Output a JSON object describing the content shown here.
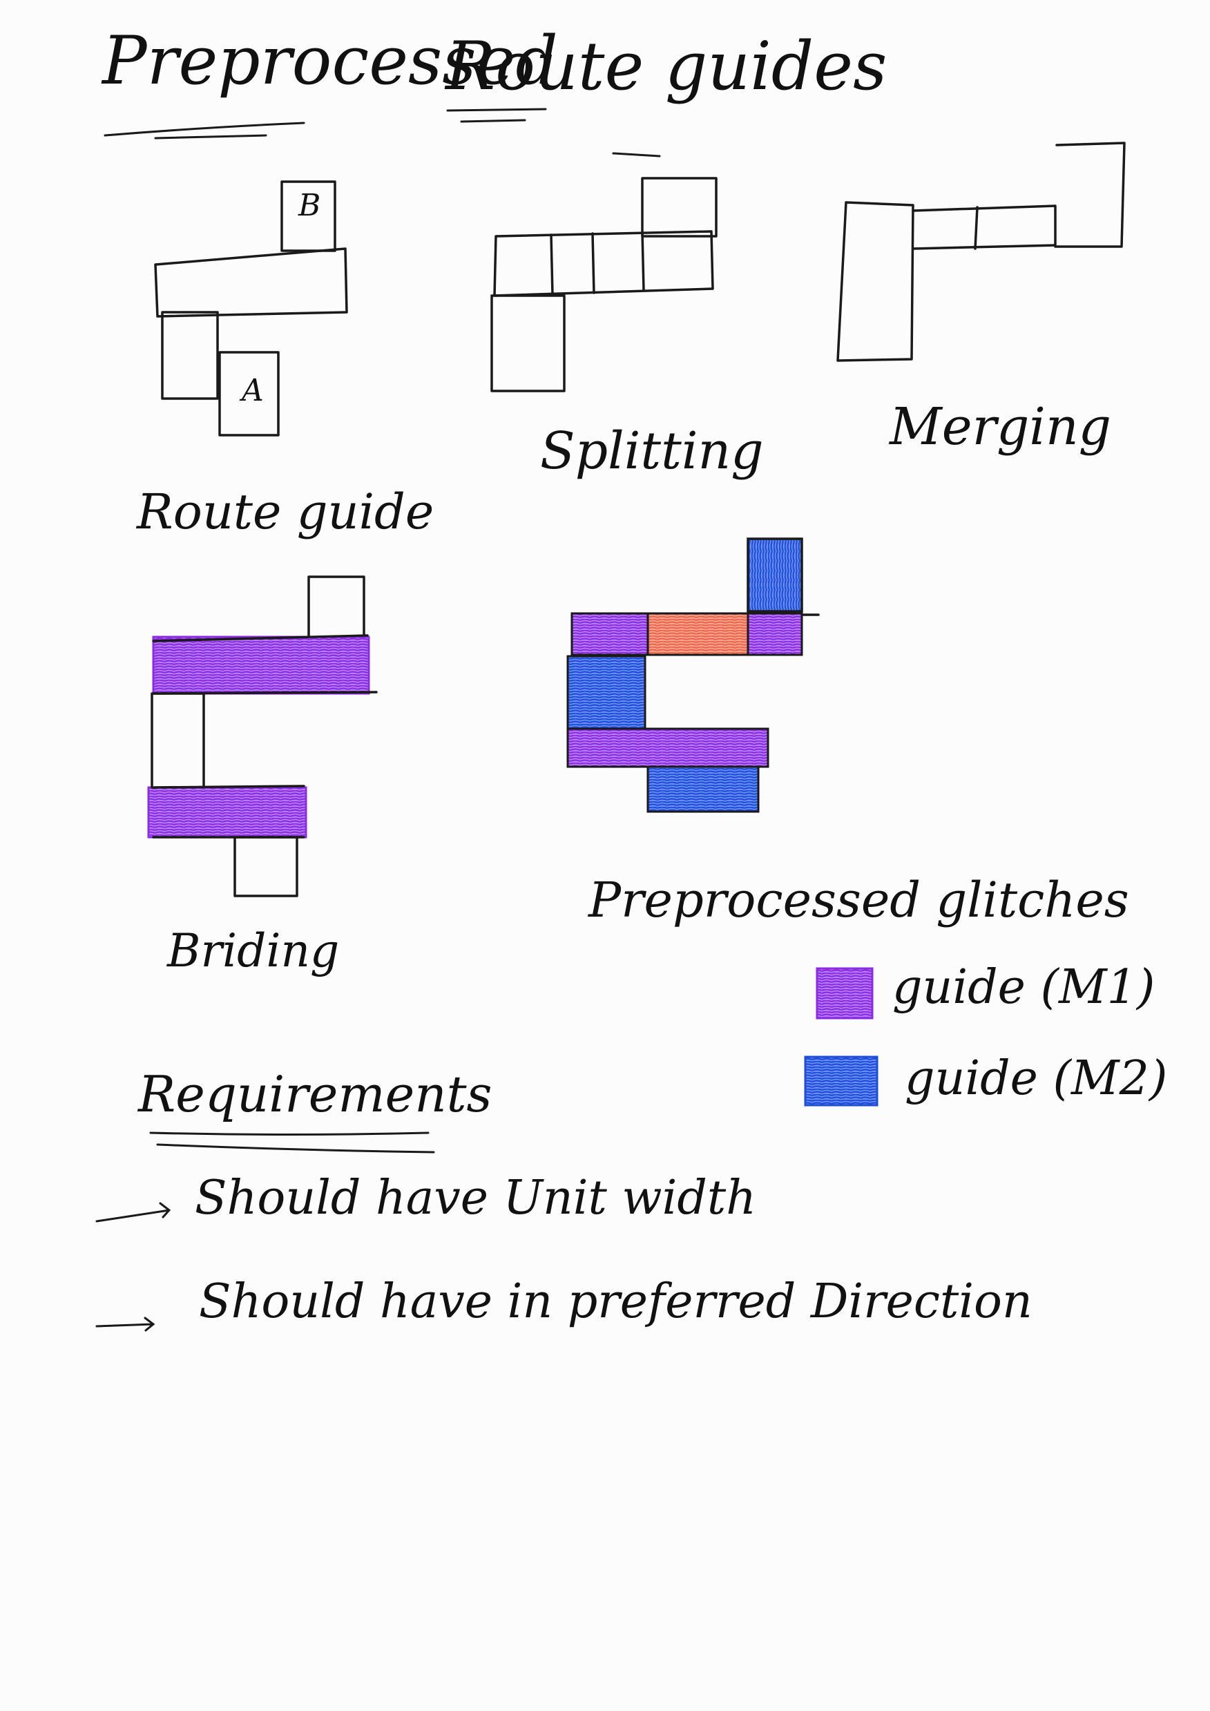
{
  "title": {
    "word1": "Preprocessed",
    "word2": "Route guides"
  },
  "figures": {
    "route_guide": {
      "label": "Route guide",
      "pin_b": "B",
      "pin_a": "A"
    },
    "splitting": {
      "label": "Splitting"
    },
    "merging": {
      "label": "Merging"
    },
    "bridging": {
      "label": "Briding"
    },
    "glitches": {
      "label": "Preprocessed glitches"
    }
  },
  "legend": [
    {
      "label": "guide (M1)",
      "color": "#9333ea"
    },
    {
      "label": "guide (M2)",
      "color": "#1d4ed8"
    }
  ],
  "colors": {
    "m1": "#9333ea",
    "m2": "#1d4ed8",
    "glitch": "#f0826a",
    "ink": "#1a1a1a"
  },
  "requirements": {
    "heading": "Requirements",
    "items": [
      "Should have Unit width",
      "Should have in preferred Direction"
    ]
  }
}
